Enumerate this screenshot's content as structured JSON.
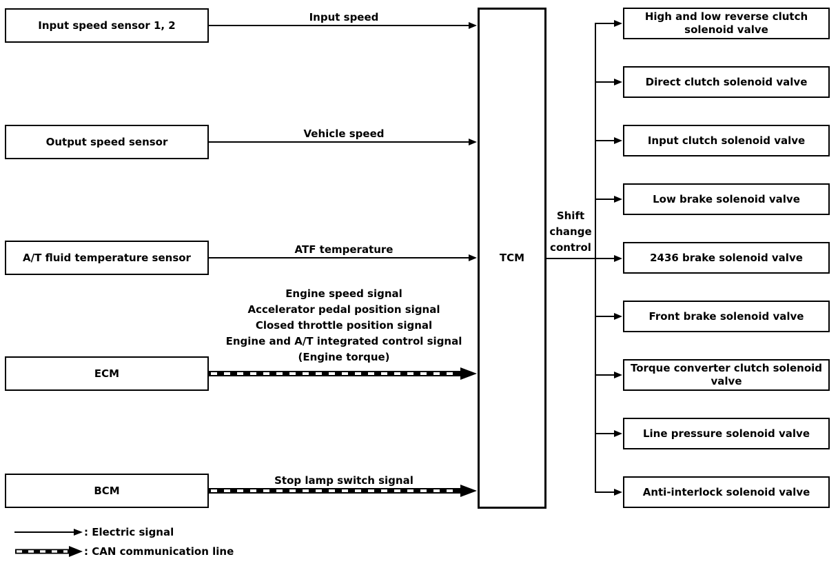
{
  "diagram": {
    "center_box": "TCM",
    "shift_label": "Shift change control",
    "left_boxes": [
      {
        "label": "Input speed sensor 1, 2",
        "signal": "Input speed",
        "signal_type": "electric"
      },
      {
        "label": "Output speed sensor",
        "signal": "Vehicle speed",
        "signal_type": "electric"
      },
      {
        "label": "A/T fluid temperature sensor",
        "signal": "ATF temperature",
        "signal_type": "electric"
      },
      {
        "label": "ECM",
        "signal_type": "can",
        "signals": [
          "Engine speed signal",
          "Accelerator pedal position signal",
          "Closed throttle position signal",
          "Engine and A/T integrated control signal",
          "(Engine torque)"
        ]
      },
      {
        "label": "BCM",
        "signal": "Stop lamp switch signal",
        "signal_type": "can"
      }
    ],
    "right_boxes": [
      {
        "label": "High and low reverse clutch solenoid valve"
      },
      {
        "label": "Direct clutch solenoid valve"
      },
      {
        "label": "Input clutch solenoid valve"
      },
      {
        "label": "Low brake solenoid valve"
      },
      {
        "label": "2436 brake solenoid valve"
      },
      {
        "label": "Front brake solenoid valve"
      },
      {
        "label": "Torque converter clutch solenoid valve"
      },
      {
        "label": "Line pressure solenoid valve"
      },
      {
        "label": "Anti-interlock solenoid valve"
      }
    ],
    "legend": [
      {
        "type": "electric",
        "label": ": Electric signal"
      },
      {
        "type": "can",
        "label": ": CAN communication line"
      }
    ],
    "colors": {
      "line": "#000000",
      "background": "#ffffff"
    }
  }
}
